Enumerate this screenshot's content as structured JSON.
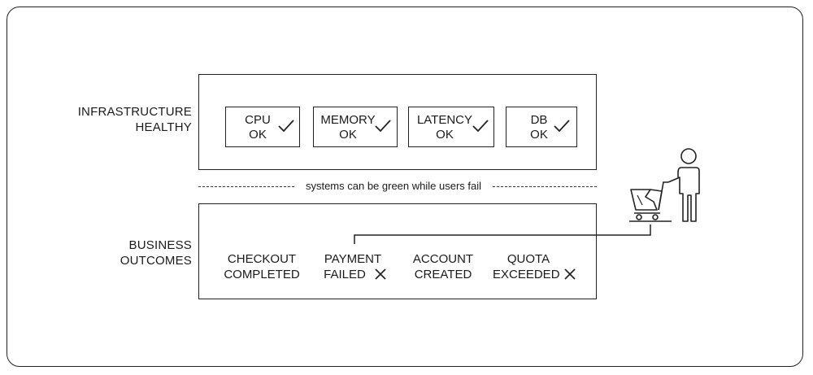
{
  "infrastructure": {
    "label_line1": "INFRASTRUCTURE",
    "label_line2": "HEALTHY",
    "metrics": [
      {
        "name": "CPU",
        "status": "OK",
        "icon": "check-icon"
      },
      {
        "name": "MEMORY",
        "status": "OK",
        "icon": "check-icon"
      },
      {
        "name": "LATENCY",
        "status": "OK",
        "icon": "check-icon"
      },
      {
        "name": "DB",
        "status": "OK",
        "icon": "check-icon"
      }
    ]
  },
  "divider": {
    "text": "systems can be green while users fail"
  },
  "business": {
    "label_line1": "BUSINESS",
    "label_line2": "OUTCOMES",
    "outcomes": [
      {
        "line1": "CHECKOUT",
        "line2": "COMPLETED",
        "failed": false
      },
      {
        "line1": "PAYMENT",
        "line2": "FAILED",
        "failed": true
      },
      {
        "line1": "ACCOUNT",
        "line2": "CREATED",
        "failed": false
      },
      {
        "line1": "QUOTA",
        "line2": "EXCEEDED",
        "failed": true
      }
    ]
  },
  "illustration": {
    "figure": "user-pushing-broken-cart-icon",
    "connector_target": "PAYMENT FAILED"
  },
  "colors": {
    "stroke": "#222222",
    "background": "#ffffff"
  }
}
